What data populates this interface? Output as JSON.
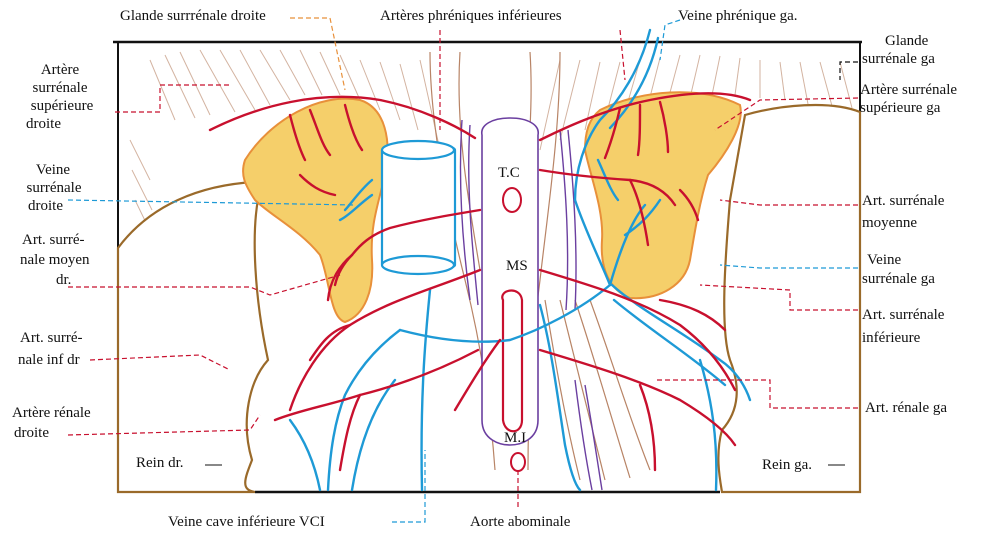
{
  "labels": {
    "glande_surrenale_droite": "Glande surrrénale droite",
    "arteres_phreniques_inf": "Artères phréniques inférieures",
    "veine_phrenique_ga": "Veine phrénique ga.",
    "glande_surrenale_ga_1": "Glande",
    "glande_surrenale_ga_2": "surrénale ga",
    "art_surr_sup_dr_1": "Artère",
    "art_surr_sup_dr_2": "surrénale",
    "art_surr_sup_dr_3": "supérieure",
    "art_surr_sup_dr_4": "droite",
    "art_surr_sup_ga_1": "Artère surrénale",
    "art_surr_sup_ga_2": "supérieure ga",
    "veine_surr_dr_1": "Veine",
    "veine_surr_dr_2": "surrénale",
    "veine_surr_dr_3": "droite",
    "art_surr_moy_ga_1": "Art. surrénale",
    "art_surr_moy_ga_2": "moyenne",
    "art_surr_moy_dr_1": "Art. surré-",
    "art_surr_moy_dr_2": "nale moyen",
    "art_surr_moy_dr_3": "dr.",
    "veine_surr_ga_1": "Veine",
    "veine_surr_ga_2": "surrénale ga",
    "art_surr_inf_ga_1": "Art. surrénale",
    "art_surr_inf_ga_2": "inférieure",
    "art_surr_inf_dr_1": "Art. surré-",
    "art_surr_inf_dr_2": "nale inf  dr",
    "art_renale_dr_1": "Artère rénale",
    "art_renale_dr_2": "droite",
    "art_renale_ga": "Art. rénale ga",
    "rein_dr": "Rein dr.",
    "rein_ga": "Rein ga.",
    "tc": "T.C",
    "ms": "MS",
    "mi": "M.I",
    "vci": "Veine cave inférieure VCI",
    "aorte": "Aorte abominale"
  },
  "colors": {
    "artery": "#c8102e",
    "vein": "#1e9ad6",
    "gland": "#f5cf6a",
    "gland_edge": "#e8903a",
    "kidney": "#9a6a2a",
    "frame": "#111111",
    "muscle": "#c9a18a",
    "nerve": "#6b3fa0"
  },
  "icons": {
    "arrow_rein_dr": "arrow-left-icon",
    "arrow_rein_ga": "arrow-left-icon"
  }
}
